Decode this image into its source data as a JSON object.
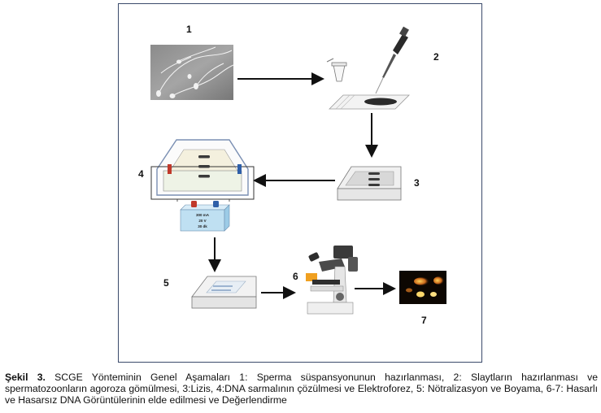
{
  "steps": {
    "s1": "1",
    "s2": "2",
    "s3": "3",
    "s4": "4",
    "s5": "5",
    "s6": "6",
    "s7": "7"
  },
  "power_supply": {
    "line1": "300 mA",
    "line2": "20 V",
    "line3": "30 dk"
  },
  "caption": {
    "label": "Şekil 3.",
    "text": " SCGE Yönteminin Genel Aşamaları 1: Sperma süspansyonunun hazırlanması, 2: Slaytların hazırlanması ve spermatozoonların agoroza gömülmesi, 3:Lizis, 4:DNA sarmalının çözülmesi ve Elektroforez, 5: Nötralizasyon ve Boyama, 6-7: Hasarlı ve Hasarsız DNA Görüntülerinin elde edilmesi ve Değerlendirme"
  },
  "colors": {
    "frame": "#3b4a6b",
    "arrow": "#111111",
    "electrode_red": "#c0392b",
    "electrode_blue": "#2f5fa8",
    "psu_fill": "#bfe0f2"
  }
}
